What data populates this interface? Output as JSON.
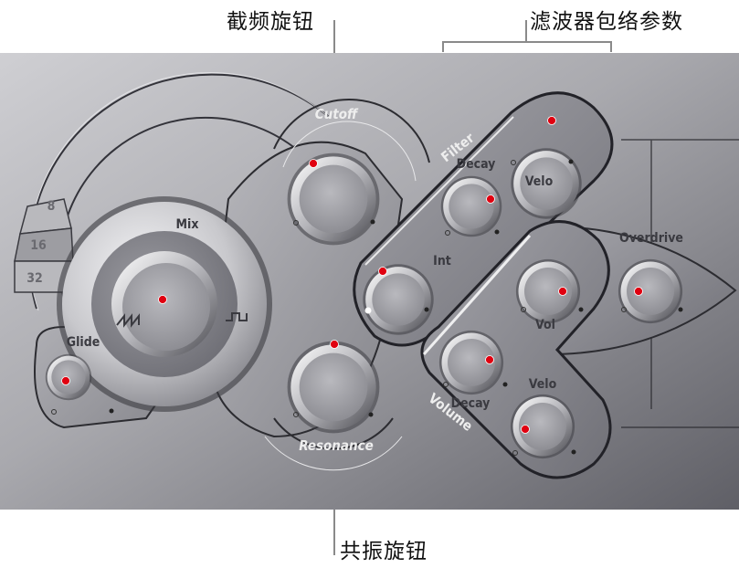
{
  "callouts": {
    "cutoff_knob": "截频旋钮",
    "filter_envelope_params": "滤波器包络参数",
    "resonance_knob": "共振旋钮"
  },
  "panel": {
    "section_labels": {
      "filter": "Filter",
      "volume": "Volume"
    },
    "octave_buttons": [
      {
        "label": "8",
        "selected": false
      },
      {
        "label": "16",
        "selected": true
      },
      {
        "label": "32",
        "selected": false
      }
    ],
    "knobs": {
      "glide": {
        "label": "Glide"
      },
      "mix": {
        "label": "Mix",
        "left_icon": "sawtooth-wave-icon",
        "right_icon": "square-wave-icon"
      },
      "cutoff": {
        "label": "Cutoff"
      },
      "resonance": {
        "label": "Resonance"
      },
      "filter_int": {
        "label": "Int"
      },
      "filter_decay": {
        "label": "Decay"
      },
      "filter_velo": {
        "label": "Velo"
      },
      "volume_vol": {
        "label": "Vol"
      },
      "volume_decay": {
        "label": "Decay"
      },
      "volume_velo": {
        "label": "Velo"
      },
      "overdrive": {
        "label": "Overdrive"
      }
    },
    "colors": {
      "indicator": "#e00010",
      "panel_light": "#c9c9cd",
      "panel_dark": "#6a6a70"
    }
  }
}
